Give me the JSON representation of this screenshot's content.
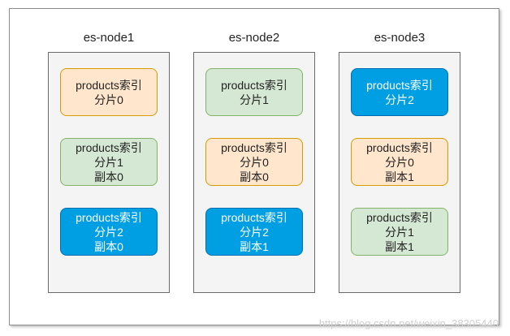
{
  "nodes": [
    {
      "title": "es-node1",
      "shards": [
        {
          "color": "orange",
          "line1": "products索引",
          "line2": "分片0",
          "line3": ""
        },
        {
          "color": "green",
          "line1": "products索引",
          "line2": "分片1",
          "line3": "副本0"
        },
        {
          "color": "blue",
          "line1": "products索引",
          "line2": "分片2",
          "line3": "副本0"
        }
      ]
    },
    {
      "title": "es-node2",
      "shards": [
        {
          "color": "green",
          "line1": "products索引",
          "line2": "分片1",
          "line3": ""
        },
        {
          "color": "orange",
          "line1": "products索引",
          "line2": "分片0",
          "line3": "副本0"
        },
        {
          "color": "blue",
          "line1": "products索引",
          "line2": "分片2",
          "line3": "副本1"
        }
      ]
    },
    {
      "title": "es-node3",
      "shards": [
        {
          "color": "blue",
          "line1": "products索引",
          "line2": "分片2",
          "line3": ""
        },
        {
          "color": "orange",
          "line1": "products索引",
          "line2": "分片0",
          "line3": "副本1"
        },
        {
          "color": "green",
          "line1": "products索引",
          "line2": "分片1",
          "line3": "副本1"
        }
      ]
    }
  ],
  "colors": {
    "orange_fill": "#ffe6cc",
    "orange_border": "#d79b00",
    "green_fill": "#d5e8d4",
    "green_border": "#82b366",
    "blue_fill": "#009fe3",
    "blue_border": "#006eaf"
  },
  "watermark": "https://blog.csdn.net/weixin_38305440"
}
